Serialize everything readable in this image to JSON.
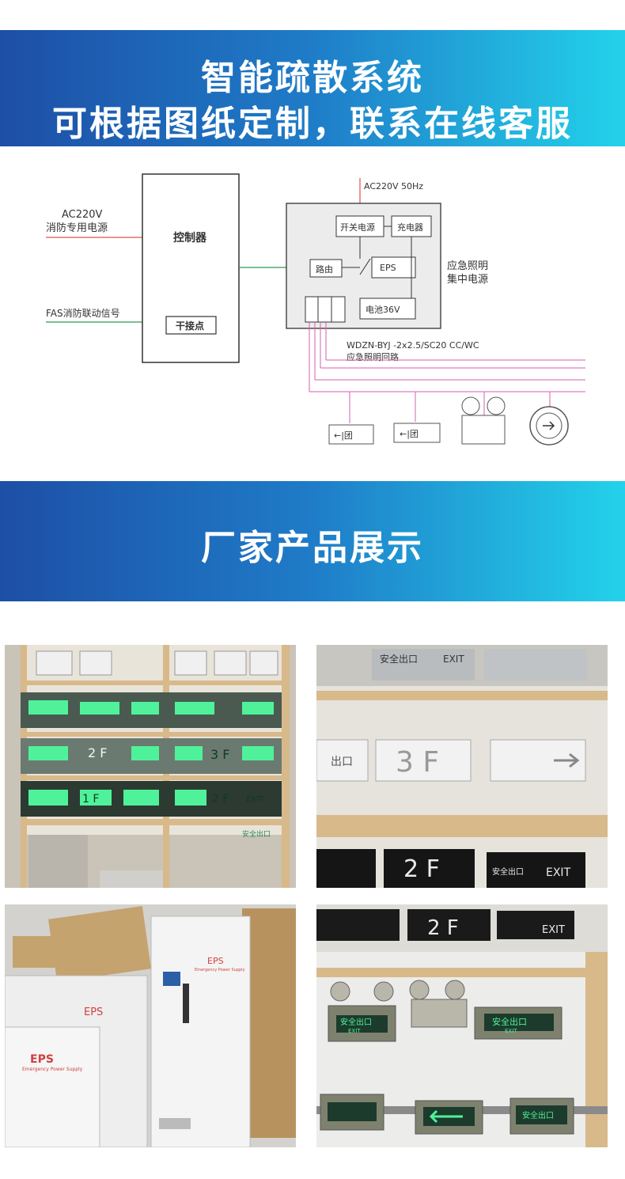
{
  "banner_top": {
    "line1": "智能疏散系统",
    "line2": "可根据图纸定制，联系在线客服"
  },
  "diagram": {
    "ac_input_line1": "AC220V",
    "ac_input_line2": "消防专用电源",
    "fas_signal": "FAS消防联动信号",
    "controller": "控制器",
    "dry_contact": "干接点",
    "ac_top": "AC220V 50Hz",
    "switch_power": "开关电源",
    "charger": "充电器",
    "router": "路由",
    "eps": "EPS",
    "battery": "电池36V",
    "central_line1": "应急照明",
    "central_line2": "集中电源",
    "cable_line1": "WDZN-BYJ -2x2.5/SC20 CC/WC",
    "cable_line2": "应急照明回路",
    "sign_glyph": "←|团"
  },
  "banner_mid": {
    "title": "厂家产品展示"
  },
  "photos": {
    "p1": {
      "labels": [
        "2 F",
        "3 F",
        "1 F",
        "2 F",
        "EXIT",
        "安全出口"
      ]
    },
    "p2": {
      "labels": [
        "安全出口",
        "EXIT",
        "出口",
        "3 F",
        "2 F",
        "安全出口",
        "EXIT"
      ]
    },
    "p3": {
      "labels": [
        "EPS",
        "EPS",
        "EPS",
        "Emergency Power Supply",
        "Emergency Power Supply"
      ]
    },
    "p4": {
      "labels": [
        "2 F",
        "EXIT",
        "安全出口",
        "EXIT",
        "安全出口",
        "EXIT",
        "安全出口"
      ]
    }
  }
}
